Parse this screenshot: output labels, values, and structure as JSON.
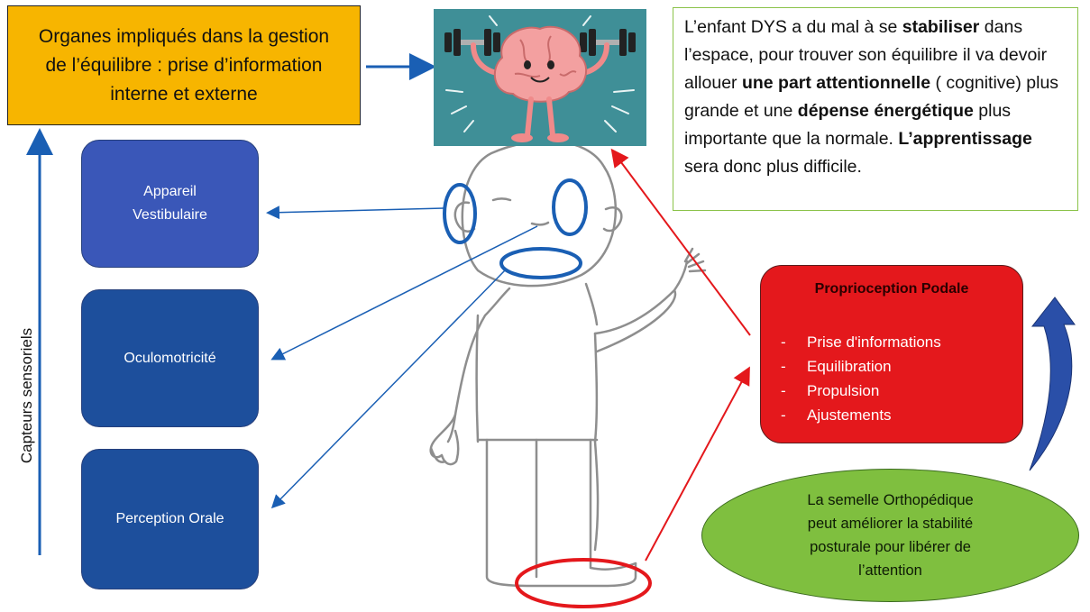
{
  "title_box": {
    "line1": "Organes impliqués dans la gestion",
    "line2": "de l’équilibre : prise d’information",
    "line3": "interne et externe"
  },
  "text_panel": {
    "t1": "L’enfant DYS a du mal à se ",
    "b1": "stabiliser",
    "t2": " dans l’espace, pour trouver son équilibre il va devoir allouer ",
    "b2": "une part attentionnelle",
    "t3": " ( cognitive) plus grande et une ",
    "b3": "dépense énergétique",
    "t4": " plus importante que la normale. ",
    "b4": "L’apprentissage",
    "t5": " sera donc plus difficile."
  },
  "sensors": {
    "vestibular_line1": "Appareil",
    "vestibular_line2": "Vestibulaire",
    "oculo": "Oculomotricité",
    "oral": "Perception Orale"
  },
  "vertical_label": "Capteurs sensoriels",
  "proprio": {
    "title": "Proprioception Podale",
    "items": [
      "Prise d'informations",
      "Equilibration",
      "Propulsion",
      "Ajustements"
    ],
    "dash": "-"
  },
  "ellipse": {
    "line1": "La semelle Orthopédique",
    "line2": "peut améliorer la stabilité",
    "line3": "posturale pour libérer de",
    "line4": "l’attention"
  },
  "colors": {
    "title_bg": "#f7b500",
    "sensor_light": "#3a57b8",
    "sensor_dark": "#1d4f9c",
    "proprio_bg": "#e4181c",
    "ellipse_bg": "#7fbf3f",
    "panel_border": "#8bc34a",
    "arrow_blue": "#1a5fb4",
    "arrow_red": "#e4181c"
  },
  "icons": [
    "brain-with-dumbbells-icon",
    "child-outline-figure",
    "curved-arrow-icon"
  ]
}
